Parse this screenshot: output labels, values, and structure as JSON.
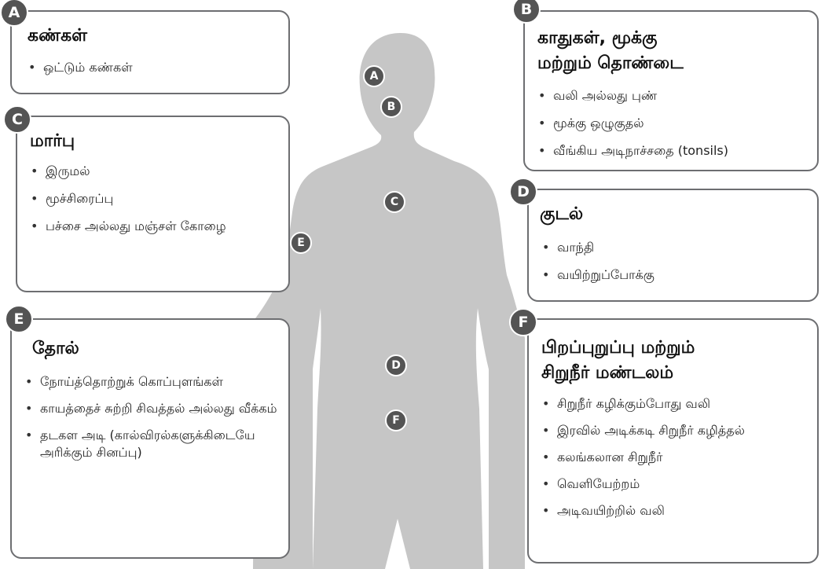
{
  "colors": {
    "silhouette": "#c6c6c6",
    "badge": "#545454",
    "box_border": "#6d6e71"
  },
  "markers": {
    "a": "A",
    "b": "B",
    "c": "C",
    "d": "D",
    "e": "E",
    "f": "F"
  },
  "sections": {
    "a": {
      "title": "கண்கள்",
      "items": [
        "ஒட்டும் கண்கள்"
      ]
    },
    "b": {
      "title_lines": [
        "காதுகள், மூக்கு",
        "மற்றும் தொண்டை"
      ],
      "items": [
        "வலி அல்லது புண்",
        "மூக்கு ஒழுகுதல்",
        "வீங்கிய அடிநாச்சதை (tonsils)"
      ]
    },
    "c": {
      "title": "மார்பு",
      "items": [
        "இருமல்",
        "மூச்சிரைப்பு",
        "பச்சை அல்லது மஞ்சள் கோழை"
      ]
    },
    "d": {
      "title": "குடல்",
      "items": [
        "வாந்தி",
        "வயிற்றுப்போக்கு"
      ]
    },
    "e": {
      "title": "தோல்",
      "items": [
        "நோய்த்தொற்றுக் கொப்புளங்கள்",
        "காயத்தைச் சுற்றி சிவத்தல் அல்லது வீக்கம்",
        "தடகள அடி (கால்விரல்களுக்கிடையே அரிக்கும் சினப்பு)"
      ]
    },
    "f": {
      "title_lines": [
        "பிறப்புறுப்பு மற்றும்",
        "சிறுநீர் மண்டலம்"
      ],
      "items": [
        "சிறுநீர் கழிக்கும்போது வலி",
        "இரவில் அடிக்கடி சிறுநீர் கழித்தல்",
        "கலங்கலான சிறுநீர்",
        "வெளியேற்றம்",
        "அடிவயிற்றில் வலி"
      ]
    }
  }
}
